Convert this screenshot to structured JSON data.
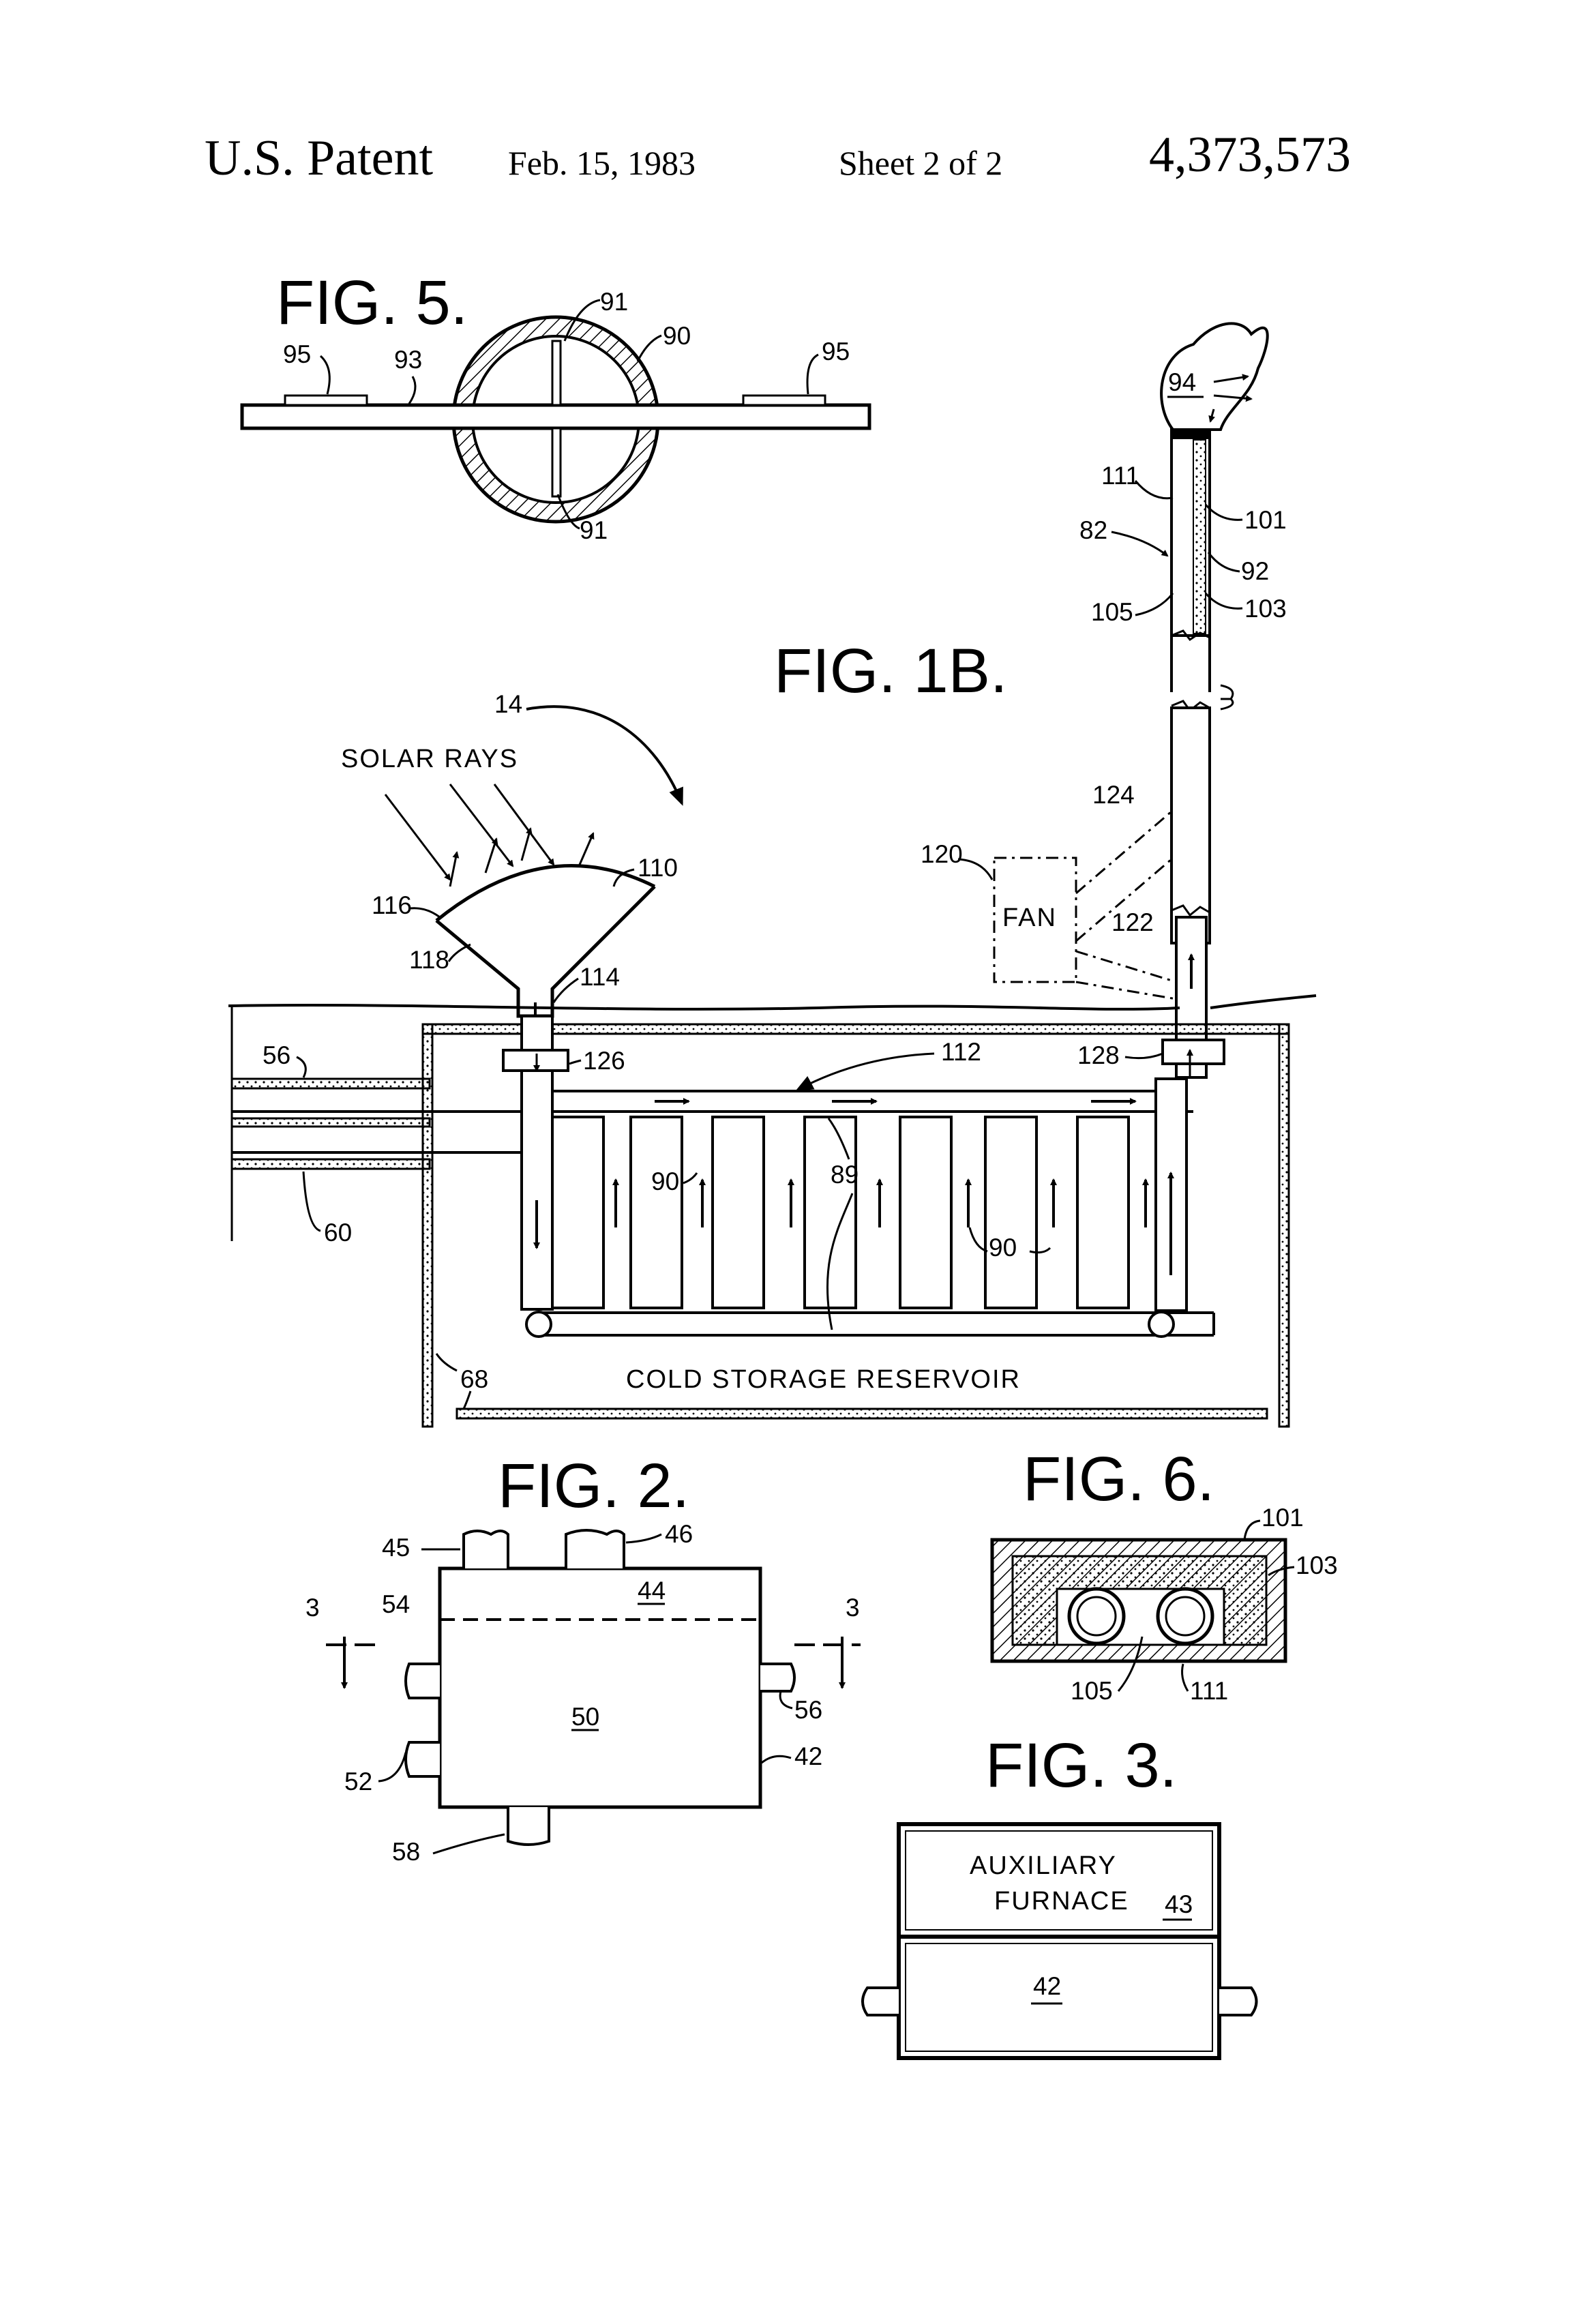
{
  "header": {
    "patent": "U.S. Patent",
    "date": "Feb. 15, 1983",
    "sheet": "Sheet 2 of 2",
    "number": "4,373,573"
  },
  "figures": {
    "fig5": "FIG. 5.",
    "fig1b": "FIG. 1B.",
    "fig2": "FIG. 2.",
    "fig6": "FIG. 6.",
    "fig3": "FIG. 3."
  },
  "labels": {
    "solar_rays": "SOLAR RAYS",
    "fan": "FAN",
    "reservoir": "COLD STORAGE RESERVOIR",
    "aux_line1": "AUXILIARY",
    "aux_line2": "FURNACE"
  },
  "refs": {
    "r91": "91",
    "r90": "90",
    "r95": "95",
    "r93": "93",
    "r94": "94",
    "r111": "111",
    "r101": "101",
    "r82": "82",
    "r92": "92",
    "r105": "105",
    "r103": "103",
    "r14": "14",
    "r124": "124",
    "r120": "120",
    "r110": "110",
    "r116": "116",
    "r118": "118",
    "r114": "114",
    "r122": "122",
    "r56": "56",
    "r126": "126",
    "r112": "112",
    "r128": "128",
    "r89": "89",
    "r60": "60",
    "r68": "68",
    "r45": "45",
    "r46": "46",
    "r44": "44",
    "r3": "3",
    "r54": "54",
    "r50": "50",
    "r52": "52",
    "r42": "42",
    "r58": "58",
    "r43": "43"
  }
}
